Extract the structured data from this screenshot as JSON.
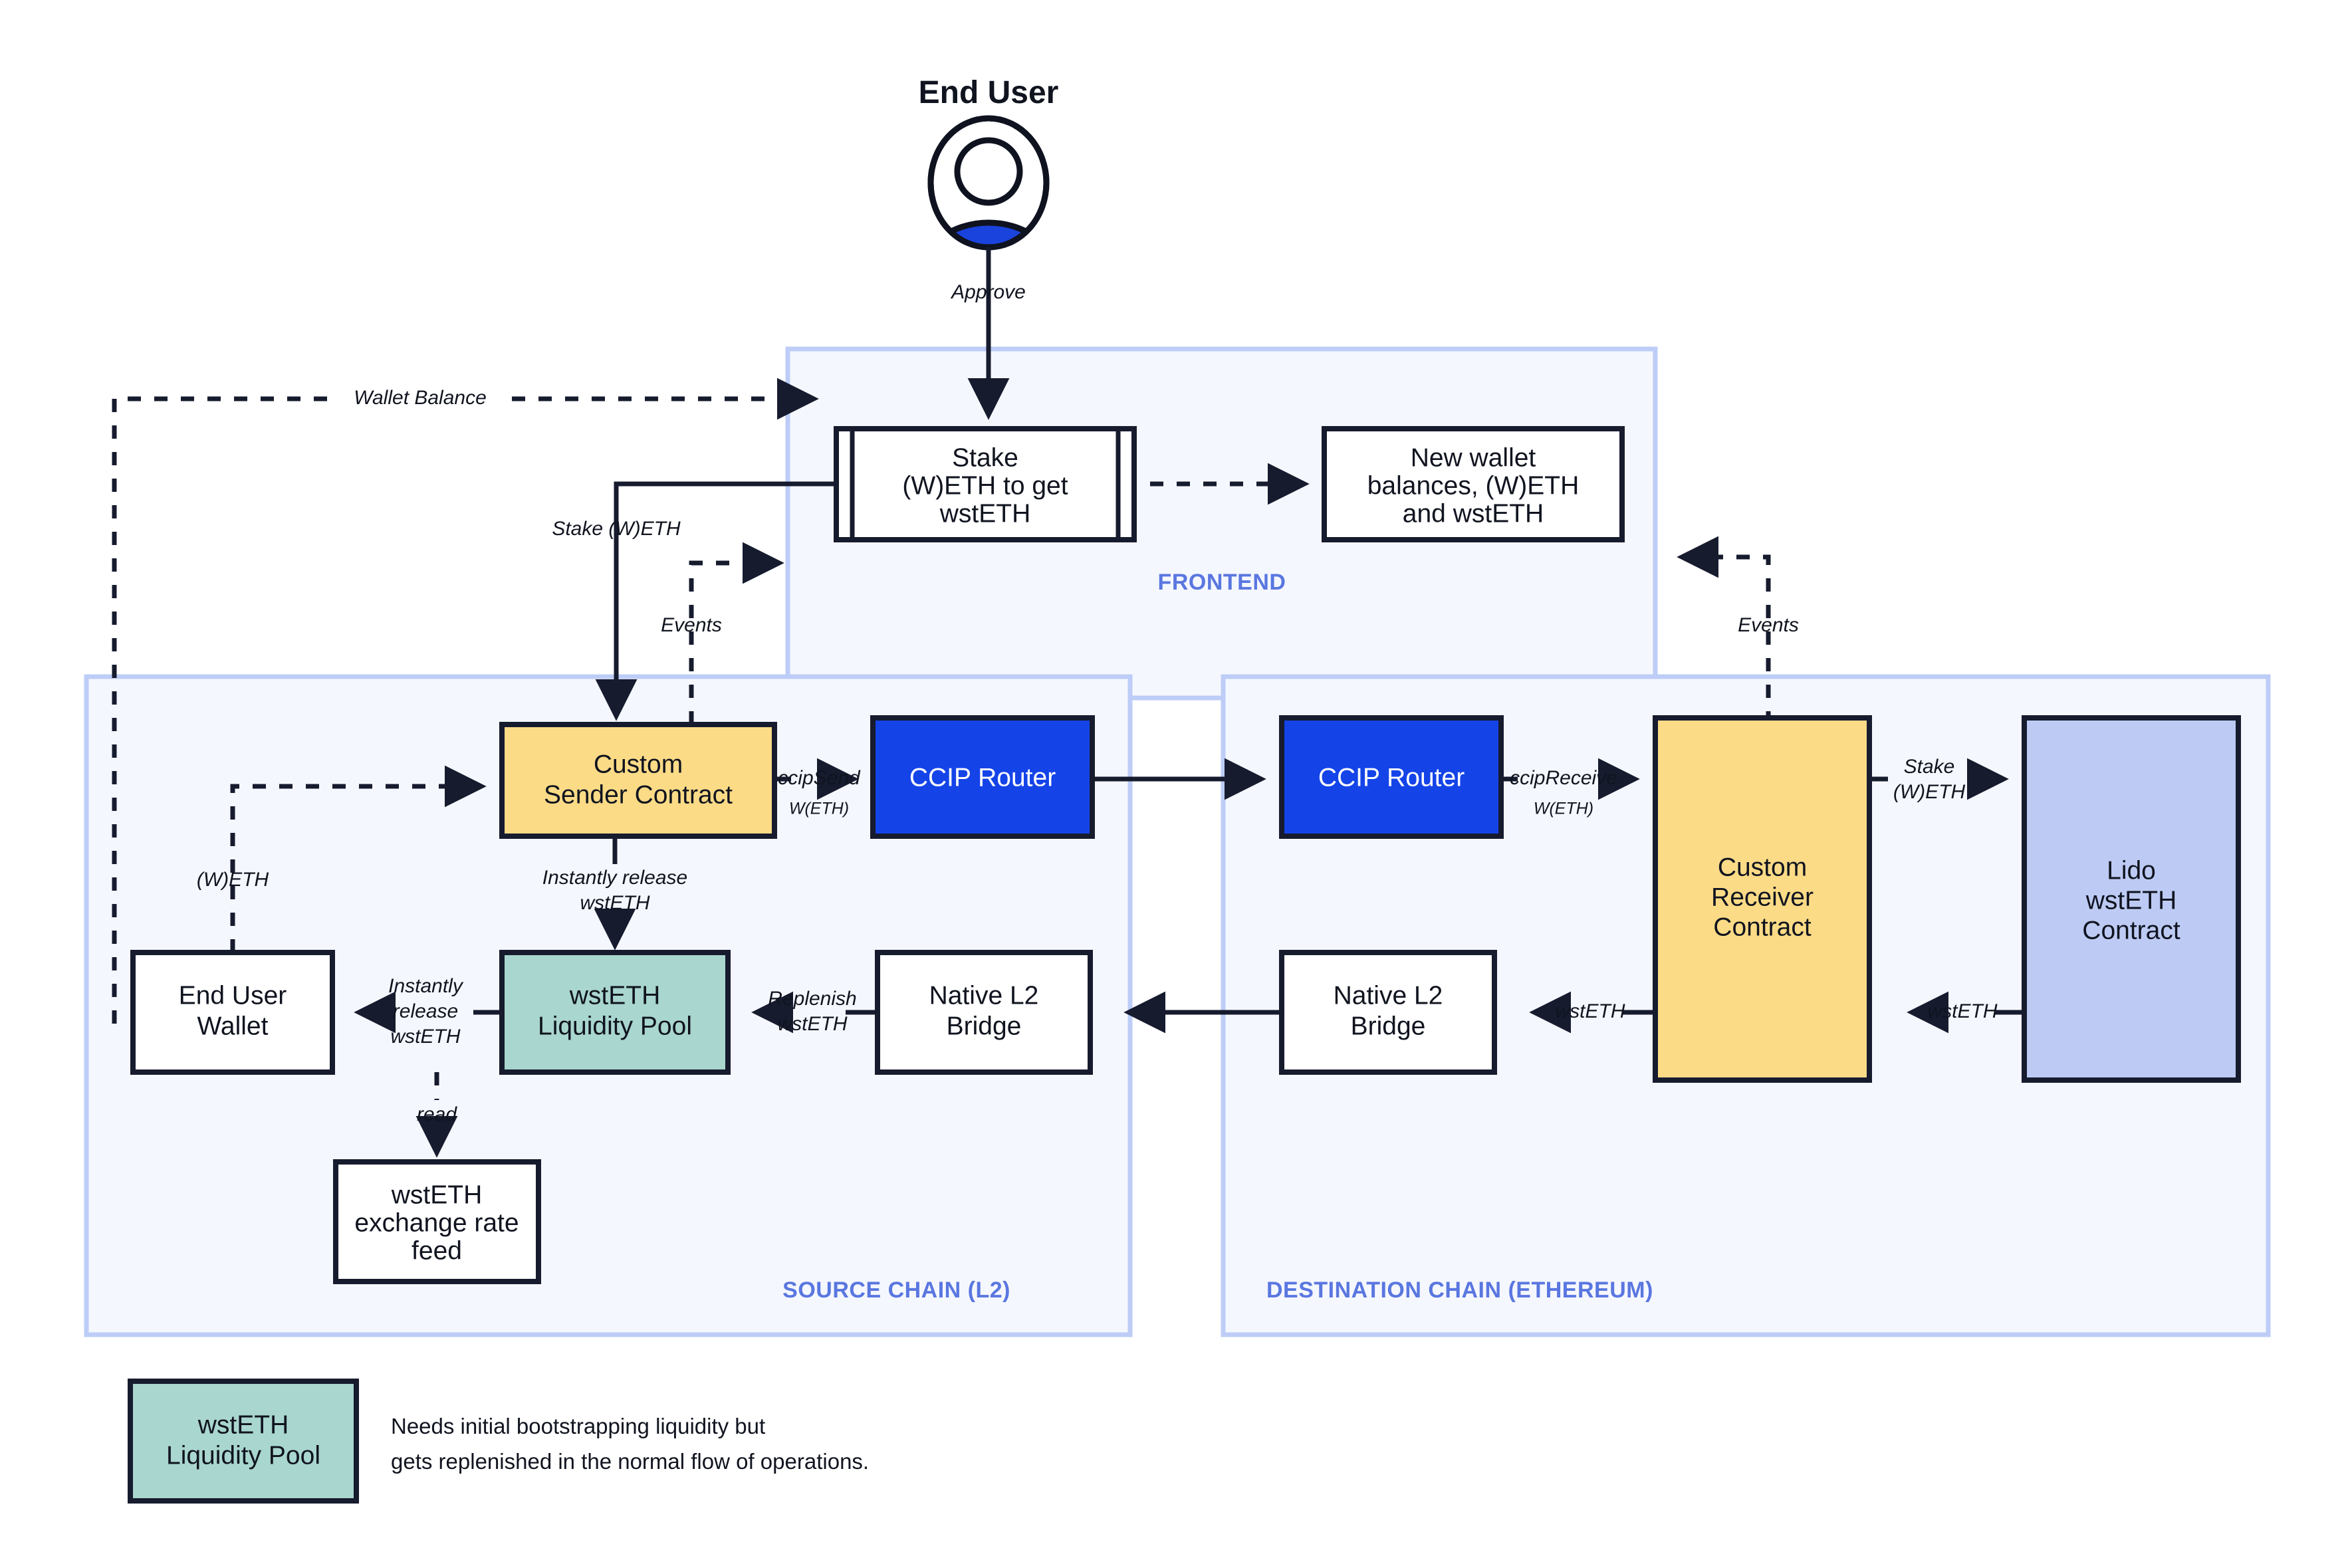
{
  "diagram": {
    "title": "End User",
    "actor": {
      "label": "End User",
      "icon": "user-avatar-icon"
    },
    "zones": [
      {
        "id": "frontend",
        "label": "FRONTEND"
      },
      {
        "id": "source",
        "label": "SOURCE CHAIN (L2)"
      },
      {
        "id": "destination",
        "label": "DESTINATION CHAIN (ETHEREUM)"
      }
    ],
    "nodes": [
      {
        "id": "stake-form",
        "label": "Stake\n(W)ETH to get\nwstETH",
        "shape": "predefined-process",
        "fill": "#ffffff"
      },
      {
        "id": "new-balances",
        "label": "New wallet\nbalances, (W)ETH\nand wstETH",
        "shape": "rect",
        "fill": "#ffffff"
      },
      {
        "id": "sender-contract",
        "label": "Custom\nSender Contract",
        "shape": "rect",
        "fill": "#fcdb87"
      },
      {
        "id": "ccip-router-src",
        "label": "CCIP Router",
        "shape": "rect",
        "fill": "#1444e8"
      },
      {
        "id": "ccip-router-dst",
        "label": "CCIP Router",
        "shape": "rect",
        "fill": "#1444e8"
      },
      {
        "id": "receiver-contract",
        "label": "Custom\nReceiver\nContract",
        "shape": "rect",
        "fill": "#fcdb87"
      },
      {
        "id": "lido-contract",
        "label": "Lido\nwstETH\nContract",
        "shape": "rect",
        "fill": "#bdcbf4"
      },
      {
        "id": "user-wallet",
        "label": "End User\nWallet",
        "shape": "rect",
        "fill": "#ffffff"
      },
      {
        "id": "liquidity-pool",
        "label": "wstETH\nLiquidity Pool",
        "shape": "rect",
        "fill": "#a9d6ce"
      },
      {
        "id": "l2-bridge-src",
        "label": "Native L2\nBridge",
        "shape": "rect",
        "fill": "#ffffff"
      },
      {
        "id": "l2-bridge-dst",
        "label": "Native L2\nBridge",
        "shape": "rect",
        "fill": "#ffffff"
      },
      {
        "id": "rate-feed",
        "label": "wstETH\nexchange rate\nfeed",
        "shape": "rect",
        "fill": "#ffffff"
      }
    ],
    "edges": [
      {
        "id": "approve",
        "label": "Approve",
        "style": "solid",
        "from": "end-user",
        "to": "stake-form"
      },
      {
        "id": "wallet-balance",
        "label": "Wallet Balance",
        "style": "dashed",
        "from": "user-wallet",
        "to": "stake-form"
      },
      {
        "id": "new-balances-edge",
        "label": "",
        "style": "dashed",
        "from": "stake-form",
        "to": "new-balances"
      },
      {
        "id": "stake-weth",
        "label": "Stake (W)ETH",
        "style": "solid",
        "from": "stake-form",
        "to": "sender-contract"
      },
      {
        "id": "events-left",
        "label": "Events",
        "style": "dashed",
        "from": "sender-contract",
        "to": "frontend"
      },
      {
        "id": "events-right",
        "label": "Events",
        "style": "dashed",
        "from": "receiver-contract",
        "to": "frontend"
      },
      {
        "id": "weth-in",
        "label": "(W)ETH",
        "style": "dashed",
        "from": "user-wallet",
        "to": "sender-contract"
      },
      {
        "id": "ccip-send",
        "label": "ccipSend",
        "sublabel": "W(ETH)",
        "style": "solid",
        "from": "sender-contract",
        "to": "ccip-router-src"
      },
      {
        "id": "ccip-hop",
        "label": "",
        "style": "solid",
        "from": "ccip-router-src",
        "to": "ccip-router-dst"
      },
      {
        "id": "ccip-receive",
        "label": "ccipReceive",
        "sublabel": "W(ETH)",
        "style": "solid",
        "from": "ccip-router-dst",
        "to": "receiver-contract"
      },
      {
        "id": "stake-weth-lido",
        "label": "Stake\n(W)ETH",
        "style": "solid",
        "from": "receiver-contract",
        "to": "lido-contract"
      },
      {
        "id": "wsteth-from-lido",
        "label": "wstETH",
        "style": "solid",
        "from": "lido-contract",
        "to": "receiver-contract"
      },
      {
        "id": "wsteth-to-bridge",
        "label": "wstETH",
        "style": "solid",
        "from": "receiver-contract",
        "to": "l2-bridge-dst"
      },
      {
        "id": "bridge-hop",
        "label": "",
        "style": "solid",
        "from": "l2-bridge-dst",
        "to": "l2-bridge-src"
      },
      {
        "id": "replenish",
        "label": "Replenish\nwstETH",
        "style": "solid",
        "from": "l2-bridge-src",
        "to": "liquidity-pool"
      },
      {
        "id": "instant-release-lp",
        "label": "Instantly release\nwstETH",
        "style": "solid",
        "from": "sender-contract",
        "to": "liquidity-pool"
      },
      {
        "id": "instant-release-usr",
        "label": "Instantly\nrelease\nwstETH",
        "style": "solid",
        "from": "liquidity-pool",
        "to": "user-wallet"
      },
      {
        "id": "read-feed",
        "label": "read",
        "style": "dashed",
        "from": "liquidity-pool",
        "to": "rate-feed"
      }
    ],
    "legend": {
      "swatch_label": "wstETH\nLiquidity Pool",
      "swatch_color": "#a9d6ce",
      "note_line1": "Needs initial bootstrapping liquidity but",
      "note_line2": "gets replenished in the normal flow of operations."
    },
    "colors": {
      "zone_fill": "#f5f7fe",
      "zone_stroke": "#bdcdf7",
      "zone_label": "#5a77e0",
      "yellow": "#fcdb87",
      "teal": "#a9d6ce",
      "blue": "#1444e8",
      "periwinkle": "#bdcbf4",
      "stroke": "#161b2e"
    }
  }
}
